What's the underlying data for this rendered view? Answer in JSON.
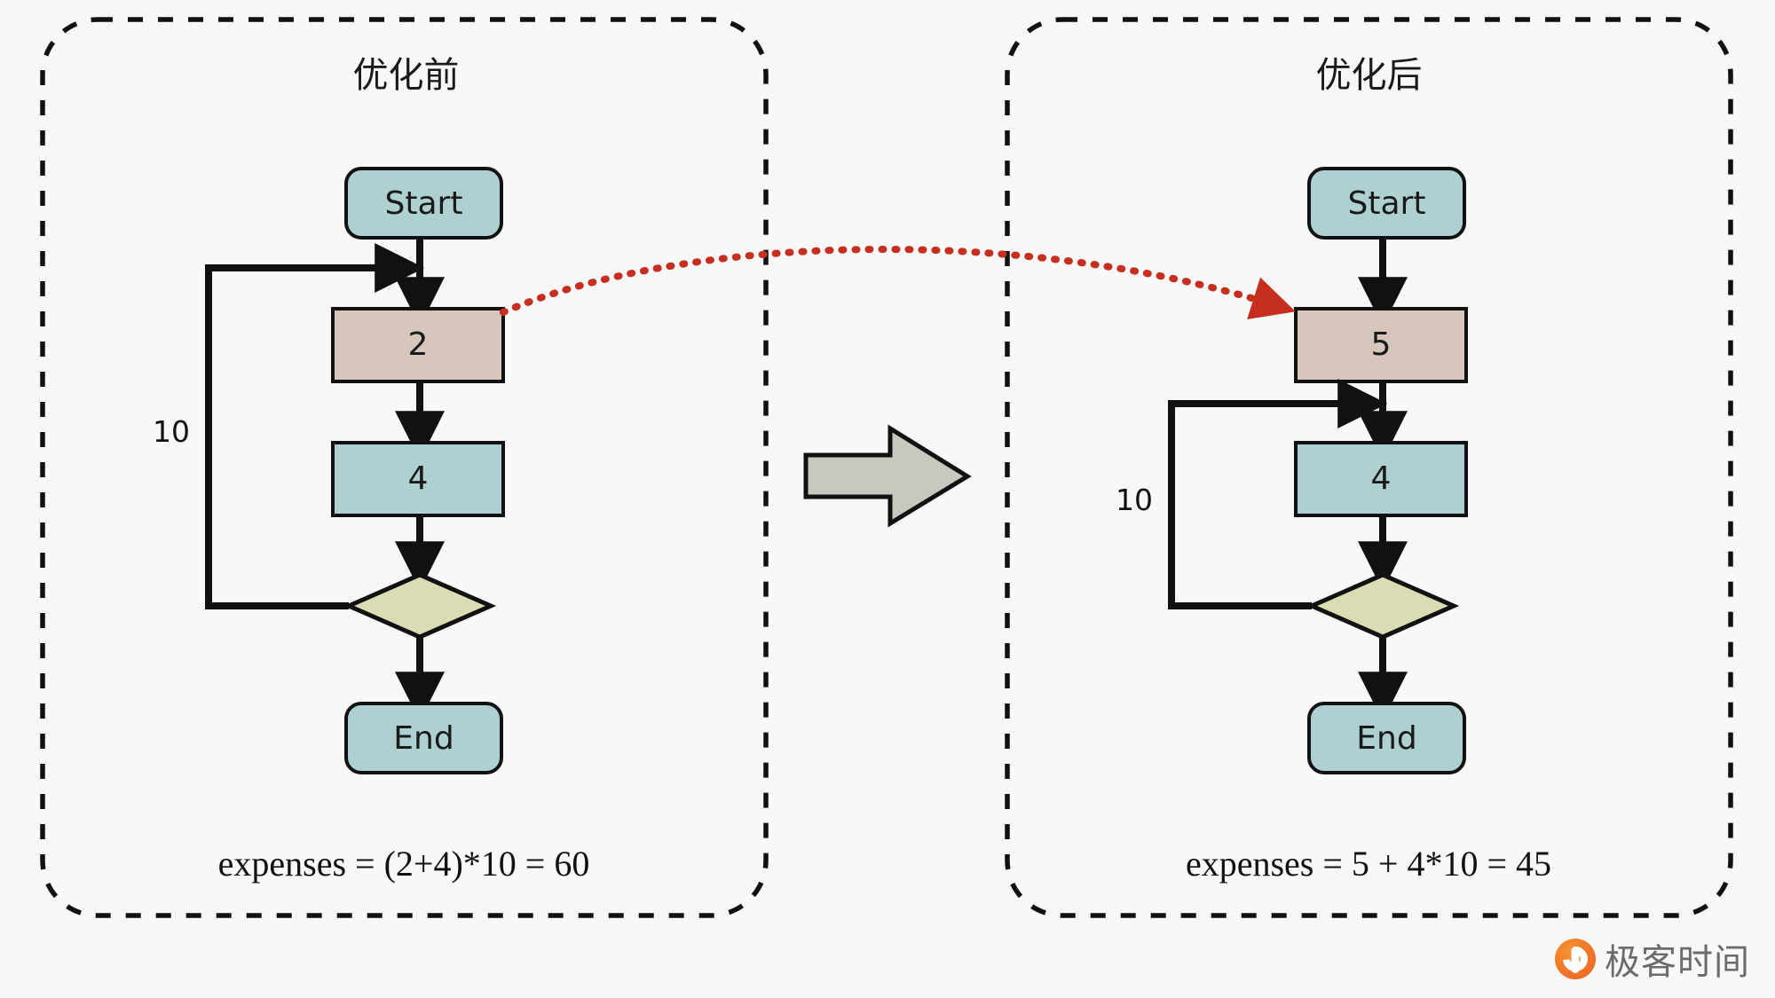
{
  "panels": [
    {
      "title": "优化前",
      "formula": "expenses = (2+4)*10 = 60",
      "loop_label": "10",
      "nodes": {
        "start": "Start",
        "first": "2",
        "second": "4",
        "end": "End"
      }
    },
    {
      "title": "优化后",
      "formula": "expenses = 5 + 4*10 = 45",
      "loop_label": "10",
      "nodes": {
        "start": "Start",
        "first": "5",
        "second": "4",
        "end": "End"
      }
    }
  ],
  "logo": {
    "text": "极客时间"
  },
  "colors": {
    "background": "#f7f8f7",
    "terminal_fill": "#aed0d0",
    "highlight_fill": "#d6c6bc",
    "process_fill": "#aed0d0",
    "decision_fill": "#dcdcb4",
    "stroke": "#111111",
    "transform_arrow": "#c62f20",
    "block_arrow_fill": "#c8c9be",
    "panel_border": "#111111",
    "logo_orange": "#ee7623",
    "logo_text": "#6b6b6b"
  }
}
